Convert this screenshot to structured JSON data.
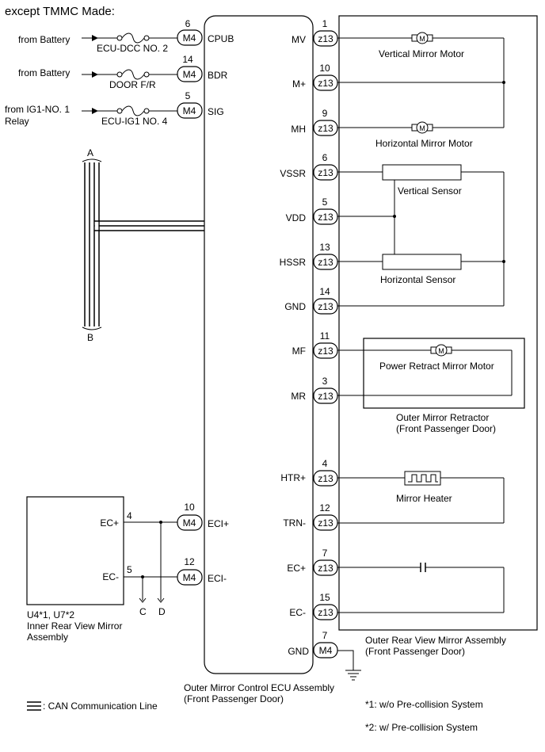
{
  "header": "except TMMC Made:",
  "ecu": {
    "name_line1": "Outer Mirror Control ECU Assembly",
    "name_line2": "(Front Passenger Door)"
  },
  "connectors": {
    "m4": "M4",
    "z13": "z13"
  },
  "left_inputs": [
    {
      "source": "from Battery",
      "fuse": "ECU-DCC NO. 2",
      "pin": "6",
      "conn": "M4",
      "terminal": "CPUB"
    },
    {
      "source": "from Battery",
      "fuse": "DOOR F/R",
      "pin": "14",
      "conn": "M4",
      "terminal": "BDR"
    },
    {
      "source": "from IG1-NO. 1",
      "source2": "Relay",
      "fuse": "ECU-IG1 NO. 4",
      "pin": "5",
      "conn": "M4",
      "terminal": "SIG"
    }
  ],
  "bus": {
    "top": "A",
    "bottom": "B"
  },
  "inner_mirror": {
    "pins": [
      {
        "term": "EC+",
        "wire": "4",
        "pin": "10",
        "conn": "M4",
        "ecu_term": "ECI+"
      },
      {
        "term": "EC-",
        "wire": "5",
        "pin": "12",
        "conn": "M4",
        "ecu_term": "ECI-"
      }
    ],
    "branch_c": "C",
    "branch_d": "D",
    "label_line1": "U4*1, U7*2",
    "label_line2": "Inner Rear View Mirror",
    "label_line3": "Assembly"
  },
  "right_pins": [
    {
      "term": "MV",
      "pin": "1",
      "conn": "z13"
    },
    {
      "term": "M+",
      "pin": "10",
      "conn": "z13"
    },
    {
      "term": "MH",
      "pin": "9",
      "conn": "z13"
    },
    {
      "term": "VSSR",
      "pin": "6",
      "conn": "z13"
    },
    {
      "term": "VDD",
      "pin": "5",
      "conn": "z13"
    },
    {
      "term": "HSSR",
      "pin": "13",
      "conn": "z13"
    },
    {
      "term": "GND",
      "pin": "14",
      "conn": "z13"
    },
    {
      "term": "MF",
      "pin": "11",
      "conn": "z13"
    },
    {
      "term": "MR",
      "pin": "3",
      "conn": "z13"
    },
    {
      "term": "HTR+",
      "pin": "4",
      "conn": "z13"
    },
    {
      "term": "TRN-",
      "pin": "12",
      "conn": "z13"
    },
    {
      "term": "EC+",
      "pin": "7",
      "conn": "z13"
    },
    {
      "term": "EC-",
      "pin": "15",
      "conn": "z13"
    },
    {
      "term": "GND",
      "pin": "7",
      "conn": "M4"
    }
  ],
  "components": {
    "vertical_motor": "Vertical Mirror Motor",
    "horizontal_motor": "Horizontal Mirror Motor",
    "vertical_sensor": "Vertical Sensor",
    "horizontal_sensor": "Horizontal Sensor",
    "retract_motor": "Power Retract Mirror Motor",
    "retractor_line1": "Outer Mirror Retractor",
    "retractor_line2": "(Front Passenger Door)",
    "heater": "Mirror Heater"
  },
  "outer_assembly": {
    "line1": "Outer Rear View Mirror Assembly",
    "line2": "(Front Passenger Door)"
  },
  "legend": {
    "can": ": CAN Communication Line"
  },
  "notes": {
    "n1": "*1: w/o Pre-collision System",
    "n2": "*2: w/ Pre-collision System"
  },
  "icons": [
    "fuse-icon",
    "arrow-icon",
    "motor-icon",
    "sensor-icon",
    "heater-icon",
    "capacitor-icon",
    "ground-icon",
    "junction-dot",
    "can-line-icon"
  ]
}
